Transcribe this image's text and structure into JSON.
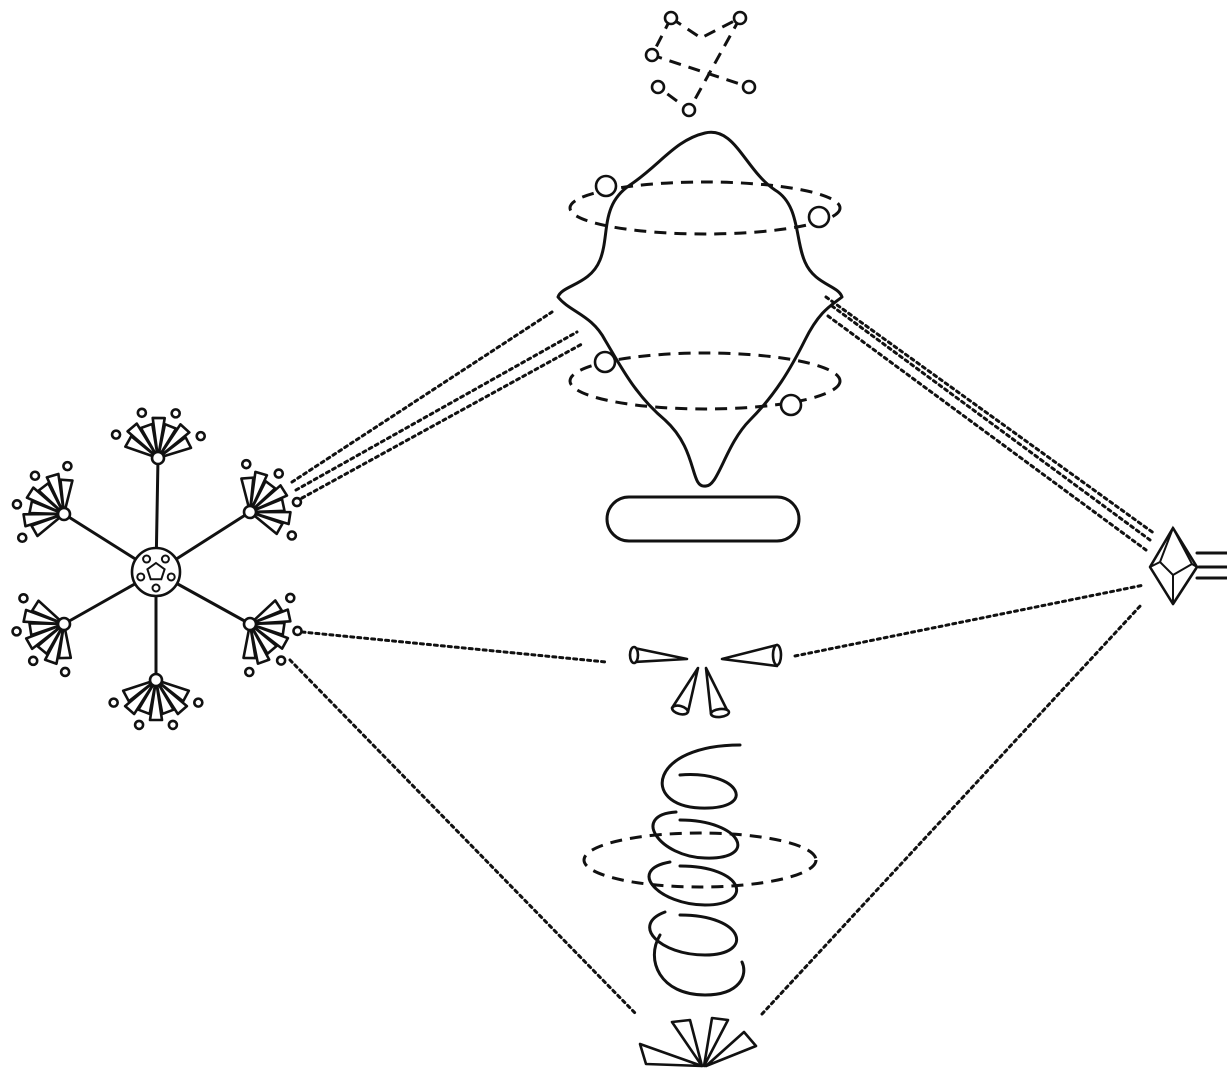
{
  "diagram": {
    "colors": {
      "ink": "#111111",
      "background": "#ffffff"
    },
    "components": [
      "dendritic-star-assembly",
      "crossed-dashed-chain",
      "lobed-body-with-dashed-orbits",
      "flat-disk",
      "cone-quartet",
      "helix-with-dashed-ring",
      "cone-fan",
      "octahedron-crystal"
    ]
  }
}
